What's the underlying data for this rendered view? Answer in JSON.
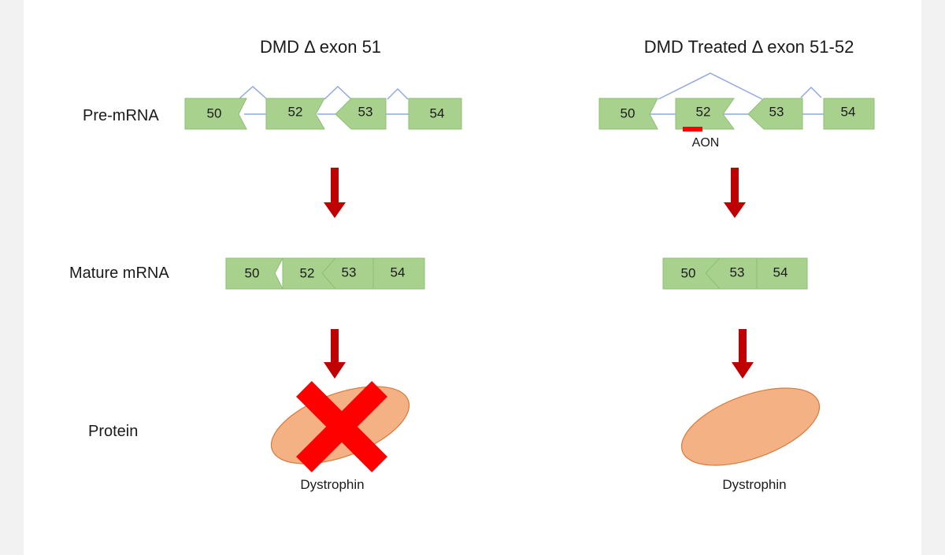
{
  "panels": {
    "left": {
      "title": "DMD Δ exon 51",
      "pre_exons": [
        "50",
        "52",
        "53",
        "54"
      ],
      "mature_exons": [
        "50",
        "52",
        "53",
        "54"
      ],
      "protein_label": "Dystrophin"
    },
    "right": {
      "title": "DMD Treated Δ exon 51-52",
      "pre_exons": [
        "50",
        "52",
        "53",
        "54"
      ],
      "aon_label": "AON",
      "mature_exons": [
        "50",
        "53",
        "54"
      ],
      "protein_label": "Dystrophin"
    }
  },
  "rows": {
    "pre_mrna": "Pre-mRNA",
    "mature_mrna": "Mature mRNA",
    "protein": "Protein"
  },
  "colors": {
    "exon_fill": "#a9d18e",
    "intron_line": "#8fa9dc",
    "arrow": "#c00000",
    "protein_fill": "#f4b183",
    "cross": "#ff0000",
    "aon": "#ff0000"
  }
}
